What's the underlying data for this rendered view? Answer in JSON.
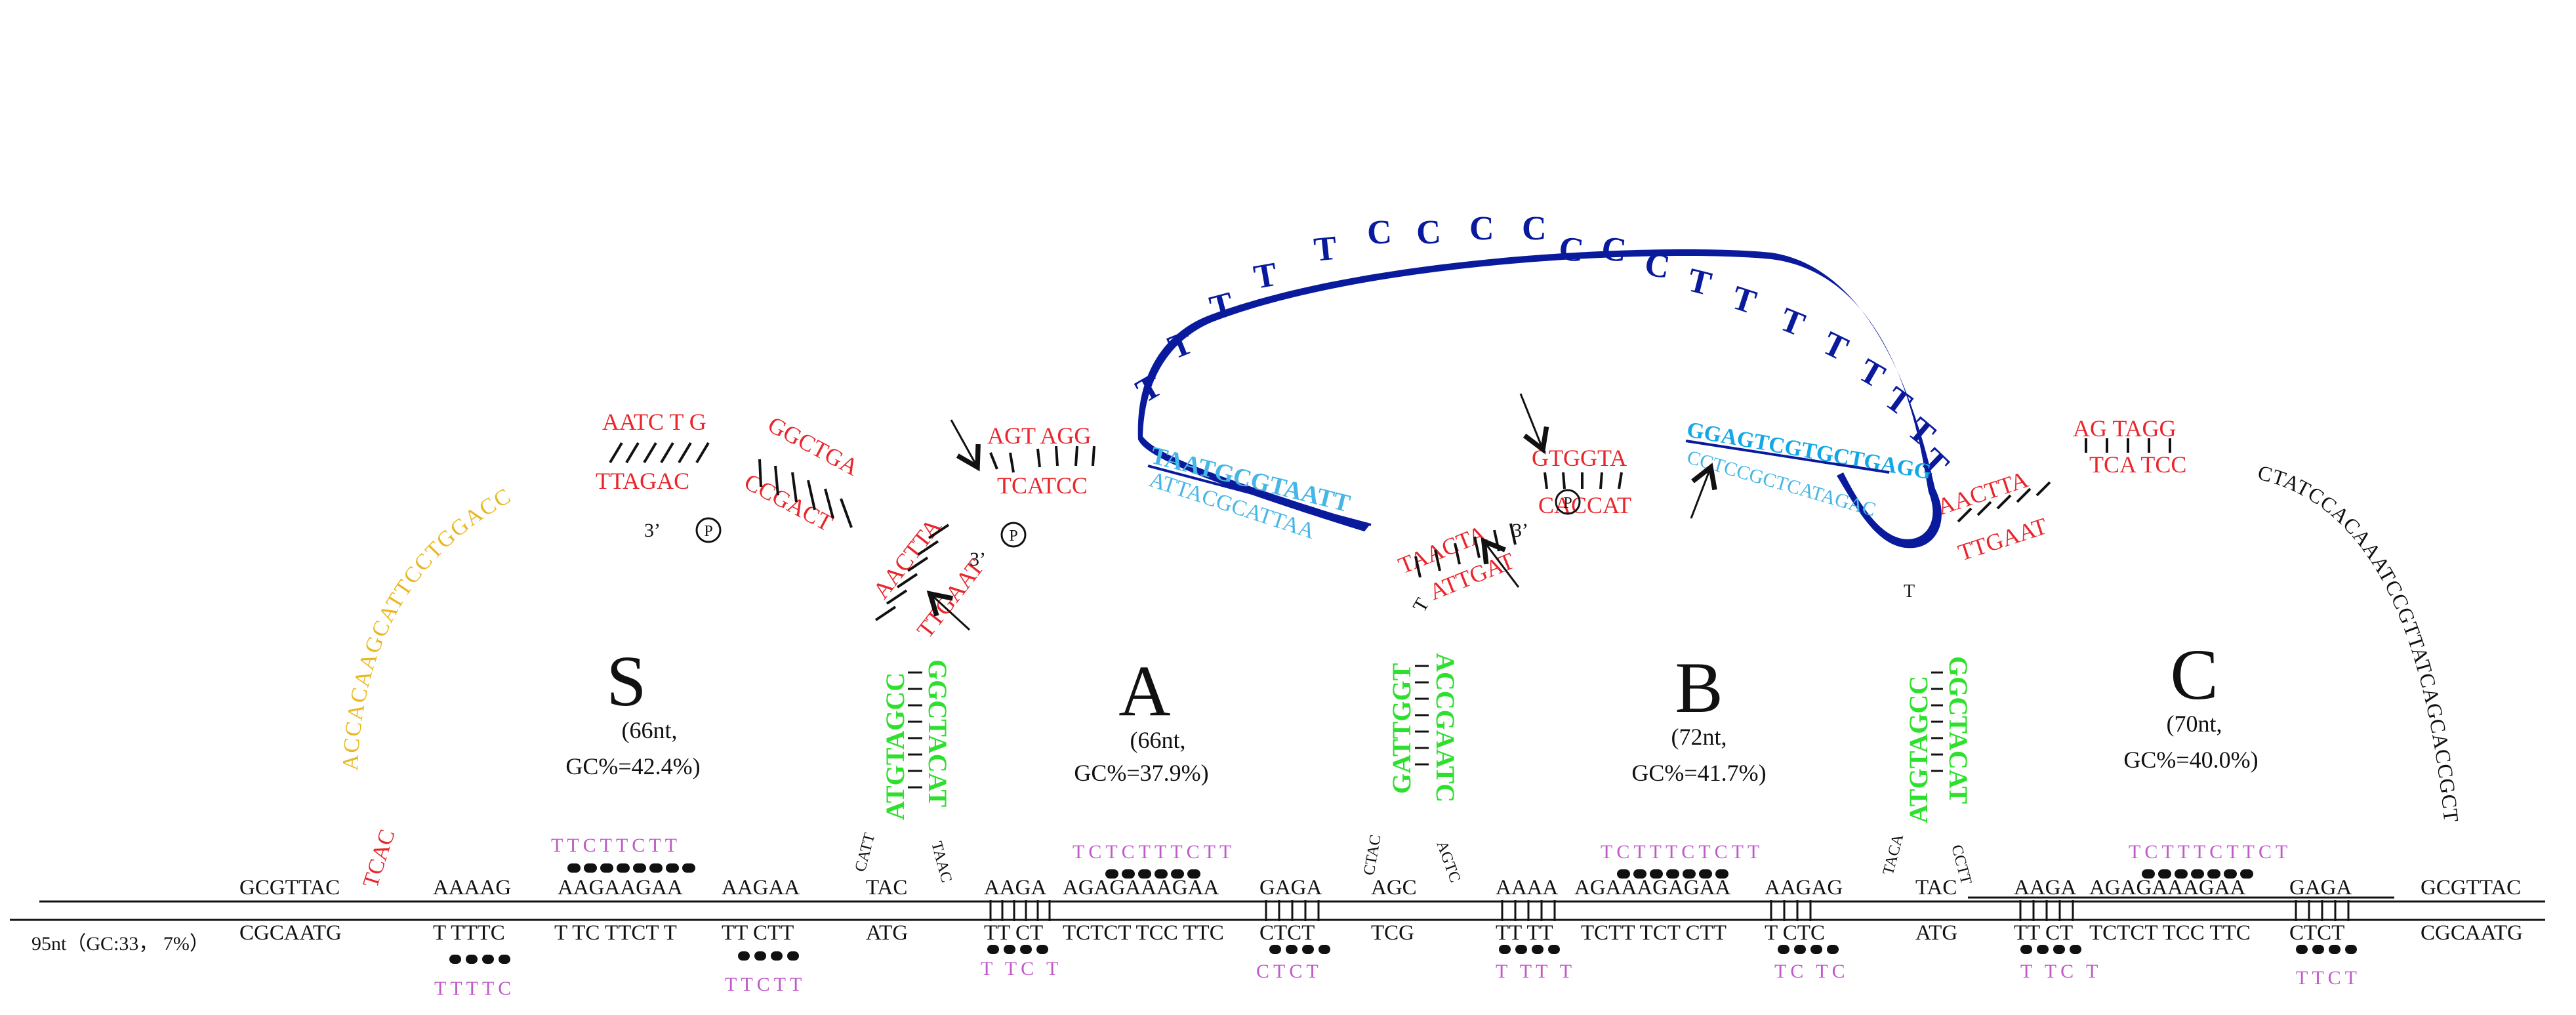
{
  "colors": {
    "black": "#111111",
    "red": "#e8262c",
    "yellow": "#e8b820",
    "green": "#2ee02e",
    "magenta": "#c05ac8",
    "navy": "#0a1a9c",
    "lightblue": "#46b6e6",
    "cyan": "#12a8e8"
  },
  "template": {
    "label": "95nt（GC:33， 7%）",
    "left_top": "GCGTTAC",
    "left_bottom": "CGCAATG",
    "right_top": "GCGTTAC",
    "right_bottom": "CGCAATG"
  },
  "duplex": {
    "top_segments": [
      "AAAAG",
      "AAGAAGAA",
      "AAGAA",
      "TAC",
      "AAGA",
      "AGAGAAAGAA",
      "GAGA",
      "AGC",
      "AAAA",
      "AGAAAGAGAA",
      "AAGAG",
      "TAC",
      "AAGA",
      "AGAGAAAGAA",
      "GAGA"
    ],
    "bottom_segments": [
      "T TTTC",
      "T TC TTCT T",
      "TT CTT",
      "ATG",
      "TT CT",
      "TCTCT TCC TTC",
      "CTCT",
      "TCG",
      "TT TT",
      "TCTT TCT CTT",
      "T CTC",
      "ATG",
      "TT CT",
      "TCTCT TCC TTC",
      "CTCT"
    ]
  },
  "triplex": {
    "top": [
      "TTCTTCTT",
      "TCTCTTTCTT",
      "TCTTTCTCTT",
      "TCTTTCTTCT"
    ],
    "bottom": [
      "TTTTC",
      "TTCTT",
      "T TC T",
      "CTCT",
      "T TT T",
      "TC TC",
      "T TC T",
      "TTCT"
    ]
  },
  "regions": [
    {
      "letter": "S",
      "length": "(66nt,",
      "gc": "GC%=42.4%)"
    },
    {
      "letter": "A",
      "length": "(66nt,",
      "gc": "GC%=37.9%)"
    },
    {
      "letter": "B",
      "length": "(72nt,",
      "gc": "GC%=41.7%)"
    },
    {
      "letter": "C",
      "length": "(70nt,",
      "gc": "GC%=40.0%)"
    }
  ],
  "stems": {
    "s1": {
      "left": "ATGTAGCC",
      "right": "GGCTACAT"
    },
    "s2": {
      "left": "GATTGGT",
      "right": "ACCGAATC"
    },
    "s3": {
      "left": "ATGTAGCC",
      "right": "GGCTACAT"
    },
    "loop_labels": [
      "CATT",
      "TAAC",
      "CTAC",
      "AGTC",
      "TACA",
      "CCTT"
    ]
  },
  "yellow_arc": "ACCACAAGCATTCCTGGACC",
  "red_tail": "TCAC",
  "right_arc": "CTATCCACAAATCCGTTATCAGCACCGCT",
  "s_arm": {
    "top1": "AATC T G",
    "bot1": "TTAGAC",
    "top2": "GGCTGA",
    "bot2": "CCGACT",
    "prime": "3’",
    "phos": "P"
  },
  "a_arm": {
    "top1": "AACTTA",
    "bot1": "TTGAAT",
    "top2": "AGT AGG",
    "bot2": "TCATCC",
    "prime": "3’",
    "phos": "P"
  },
  "b_arm": {
    "top1": "TAACTA",
    "bot1": "ATTGAT",
    "top2": "GTGGTA",
    "bot2": "CACCAT",
    "prime": "3’",
    "phos": "P",
    "t_left": "T"
  },
  "c_arm": {
    "top1": "AACTTA",
    "bot1": "TTGAAT",
    "top2": "AG TAGG",
    "bot2": "TCA TCC",
    "t_end": "T"
  },
  "linker": {
    "letters": [
      "T",
      "T",
      "T",
      "T",
      "T",
      "C",
      "C",
      "C",
      "C",
      "C",
      "C",
      "C",
      "T",
      "T",
      "T",
      "T",
      "T",
      "T",
      "T",
      "T"
    ]
  },
  "probe_a": {
    "top": "TAATGCGTAATT",
    "bottom": "ATTACGCATTAA"
  },
  "probe_b": {
    "top": "GGAGTCGTGCTGAGG",
    "bottom": "CCTCCGCTCATAGAC"
  }
}
